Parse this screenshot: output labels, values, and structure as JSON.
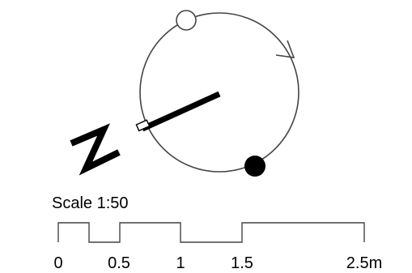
{
  "colors": {
    "stroke": "#444444",
    "ink": "#000000",
    "background": "#ffffff"
  },
  "scale": {
    "title": "Scale  1:50",
    "ticks": [
      "0",
      "0.5",
      "1",
      "1.5",
      "2.5m"
    ]
  },
  "icons": {
    "north_arrow": "z-shaped-north-arrow-icon",
    "start_marker": "open-circle-icon",
    "end_marker": "filled-circle-icon",
    "direction_marker": "arrowhead-icon"
  }
}
